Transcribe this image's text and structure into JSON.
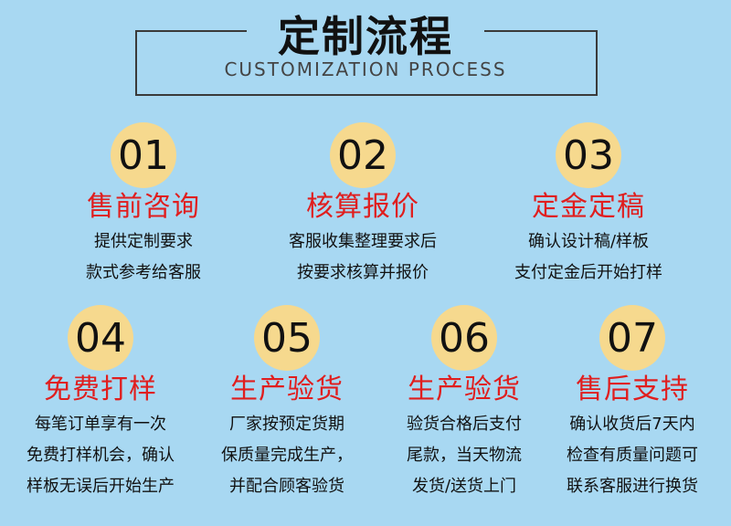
{
  "header": {
    "title": "定制流程",
    "subtitle": "CUSTOMIZATION PROCESS"
  },
  "steps": [
    {
      "number": "01",
      "title": "售前咨询",
      "lines": [
        "提供定制要求",
        "款式参考给客服"
      ]
    },
    {
      "number": "02",
      "title": "核算报价",
      "lines": [
        "客服收集整理要求后",
        "按要求核算并报价"
      ]
    },
    {
      "number": "03",
      "title": "定金定稿",
      "lines": [
        "确认设计稿/样板",
        "支付定金后开始打样"
      ]
    },
    {
      "number": "04",
      "title": "免费打样",
      "lines": [
        "每笔订单享有一次",
        "免费打样机会，确认",
        "样板无误后开始生产"
      ]
    },
    {
      "number": "05",
      "title": "生产验货",
      "lines": [
        "厂家按预定货期",
        "保质量完成生产，",
        "并配合顾客验货"
      ]
    },
    {
      "number": "06",
      "title": "生产验货",
      "lines": [
        "验货合格后支付",
        "尾款，当天物流",
        "发货/送货上门"
      ]
    },
    {
      "number": "07",
      "title": "售后支持",
      "lines": [
        "确认收货后7天内",
        "检查有质量问题可",
        "联系客服进行换货"
      ]
    }
  ],
  "colors": {
    "background": "#a8d8f2",
    "circle": "#f6d98e",
    "accent_red": "#e01e1e"
  }
}
